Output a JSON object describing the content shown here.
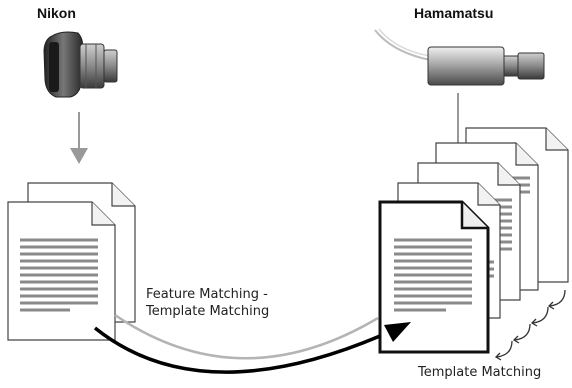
{
  "labels": {
    "camera_left": "Nikon",
    "camera_right": "Hamamatsu",
    "feature_matching_line1": "Feature Matching -",
    "feature_matching_line2": "Template Matching",
    "template_matching": "Template Matching"
  },
  "colors": {
    "document_stroke": "#444444",
    "document_stroke_bold": "#111111",
    "text_lines": "#8a8a8a",
    "arrow_gray": "#999999",
    "arc_gray": "#b4b4b4",
    "arc_black": "#000000"
  },
  "icons": {
    "left_camera": "nikon-camera-icon",
    "right_camera": "hamamatsu-camera-icon",
    "document": "document-icon"
  }
}
